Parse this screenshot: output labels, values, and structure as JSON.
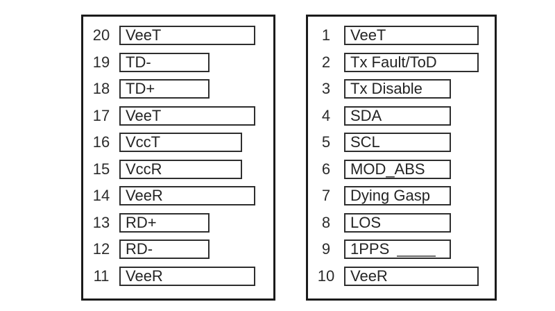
{
  "colors": {
    "background": "#ffffff",
    "panel_border": "#1b1b1b",
    "box_border": "#2e2e2e",
    "text": "#242424"
  },
  "panels": [
    {
      "id": "left",
      "pins": [
        {
          "number": "20",
          "label": "VeeT",
          "size": "wide"
        },
        {
          "number": "19",
          "label": "TD-",
          "size": "narrow"
        },
        {
          "number": "18",
          "label": "TD+",
          "size": "narrow"
        },
        {
          "number": "17",
          "label": "VeeT",
          "size": "wide"
        },
        {
          "number": "16",
          "label": "VccT",
          "size": "medium"
        },
        {
          "number": "15",
          "label": "VccR",
          "size": "medium"
        },
        {
          "number": "14",
          "label": "VeeR",
          "size": "wide"
        },
        {
          "number": "13",
          "label": "RD+",
          "size": "narrow"
        },
        {
          "number": "12",
          "label": "RD-",
          "size": "narrow"
        },
        {
          "number": "11",
          "label": "VeeR",
          "size": "wide"
        }
      ]
    },
    {
      "id": "right",
      "pins": [
        {
          "number": "1",
          "label": "VeeT",
          "size": "wide"
        },
        {
          "number": "2",
          "label": "Tx Fault/ToD",
          "size": "wide"
        },
        {
          "number": "3",
          "label": "Tx Disable",
          "size": "medium"
        },
        {
          "number": "4",
          "label": "SDA",
          "size": "medium"
        },
        {
          "number": "5",
          "label": "SCL",
          "size": "medium"
        },
        {
          "number": "6",
          "label": "MOD_ABS",
          "size": "medium"
        },
        {
          "number": "7",
          "label": "Dying Gasp",
          "size": "medium"
        },
        {
          "number": "8",
          "label": "LOS",
          "size": "medium",
          "underscore_tail": false
        },
        {
          "number": "9",
          "label": "1PPS",
          "size": "medium",
          "underscore_tail": true
        },
        {
          "number": "10",
          "label": "VeeR",
          "size": "wide"
        }
      ]
    }
  ]
}
